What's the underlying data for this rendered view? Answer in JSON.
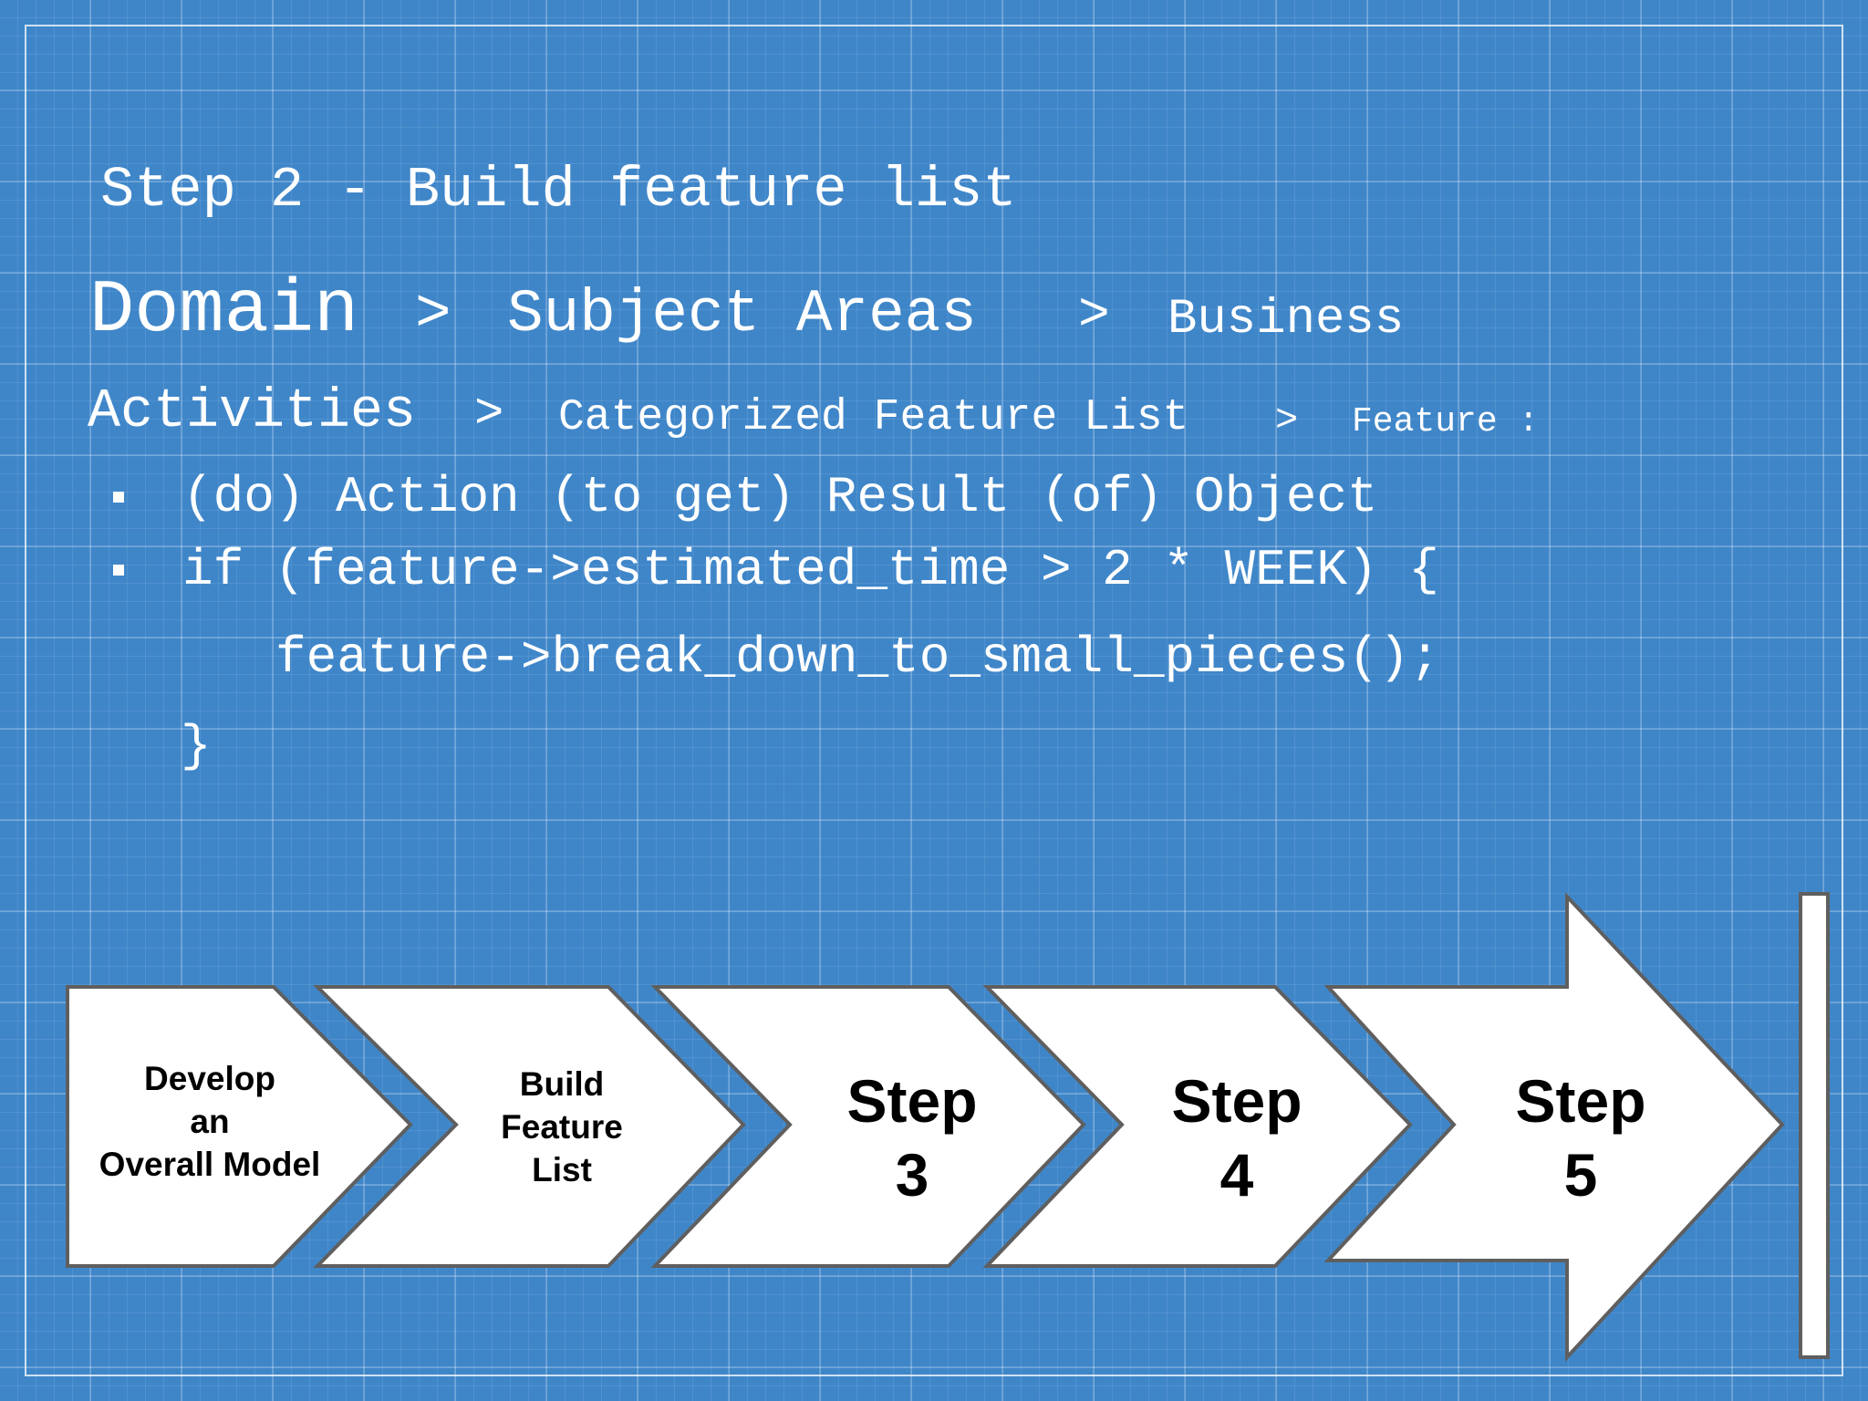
{
  "slide": {
    "title": "Step 2 - Build feature list",
    "breadcrumb": {
      "domain": "Domain",
      "sep1": ">",
      "subject_areas": "Subject Areas",
      "sep2": ">",
      "business": "Business",
      "activities": "Activities",
      "sep3": ">",
      "categorized_feature_list": "Categorized Feature List",
      "sep4": ">",
      "feature": "Feature :"
    },
    "bullets": [
      "(do) Action (to get) Result (of) Object",
      "if (feature->estimated_time > 2 * WEEK) {"
    ],
    "code_body": "feature->break_down_to_small_pieces();",
    "code_close": "}"
  },
  "process": {
    "steps": [
      {
        "lines": [
          "Develop",
          "an",
          "Overall Model"
        ]
      },
      {
        "lines": [
          "Build",
          "Feature",
          "List"
        ]
      },
      {
        "lines": [
          "Step",
          "3"
        ]
      },
      {
        "lines": [
          "Step",
          "4"
        ]
      },
      {
        "lines": [
          "Step",
          "5"
        ]
      }
    ]
  },
  "colors": {
    "background": "#3f86c9",
    "text": "#ffffff",
    "shape_fill": "#ffffff",
    "shape_stroke": "#5f5f5f"
  }
}
